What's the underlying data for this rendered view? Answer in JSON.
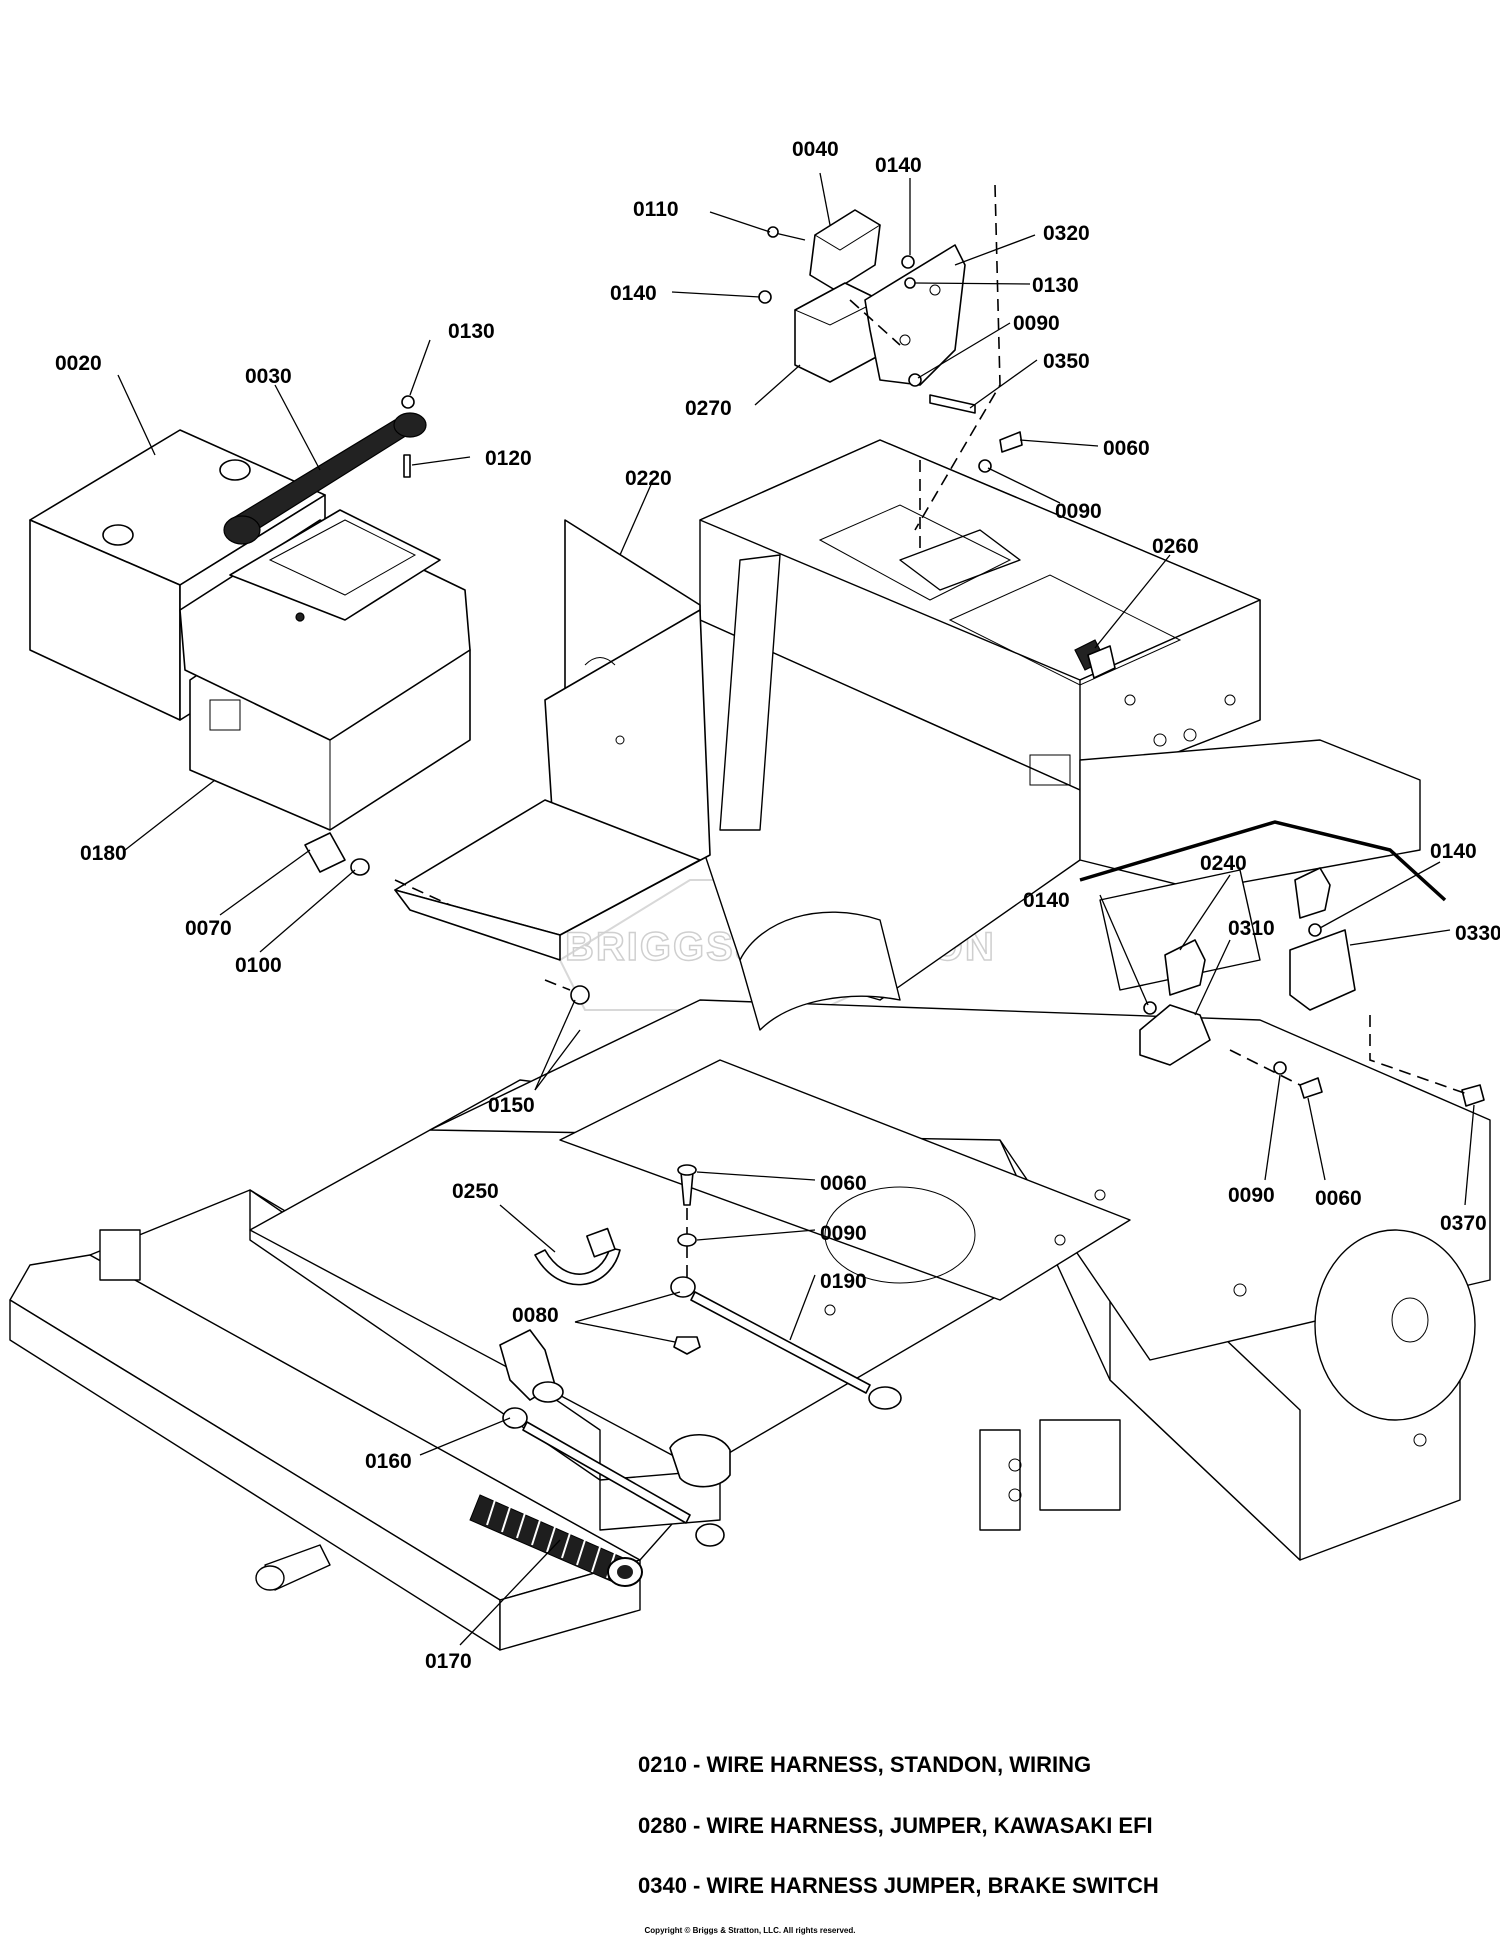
{
  "callouts": {
    "p0040": "0040",
    "p0140a": "0140",
    "p0110": "0110",
    "p0320": "0320",
    "p0140b": "0140",
    "p0130a": "0130",
    "p0090a": "0090",
    "p0350": "0350",
    "p0270": "0270",
    "p0060a": "0060",
    "p0090b": "0090",
    "p0020": "0020",
    "p0030": "0030",
    "p0130b": "0130",
    "p0120": "0120",
    "p0220": "0220",
    "p0260": "0260",
    "p0180": "0180",
    "p0070": "0070",
    "p0100": "0100",
    "p0140c": "0140",
    "p0240": "0240",
    "p0140d": "0140",
    "p0310": "0310",
    "p0330": "0330",
    "p0150": "0150",
    "p0090c": "0090",
    "p0060b": "0060",
    "p0370": "0370",
    "p0250": "0250",
    "p0060c": "0060",
    "p0090d": "0090",
    "p0190": "0190",
    "p0080": "0080",
    "p0160": "0160",
    "p0170": "0170"
  },
  "watermark": "BRIGGS&STRATTON",
  "notes": [
    "0210 - WIRE HARNESS, STANDON, WIRING",
    "0280 - WIRE HARNESS, JUMPER, KAWASAKI EFI",
    "0340 - WIRE HARNESS JUMPER, BRAKE SWITCH"
  ],
  "copyright": "Copyright © Briggs & Stratton, LLC. All rights reserved."
}
